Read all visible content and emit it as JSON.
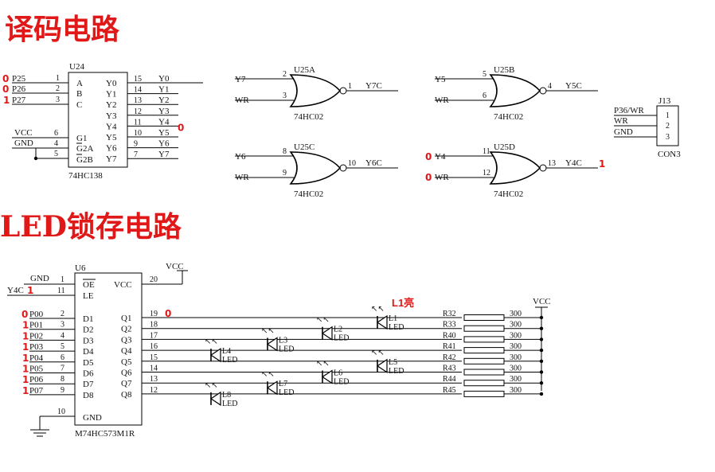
{
  "titles": {
    "decoder": "译码电路",
    "latch": "LED锁存电路"
  },
  "u24": {
    "ref": "U24",
    "part": "74HC138",
    "inputs": [
      {
        "net": "P25",
        "pin": "1",
        "name": "A",
        "val": "0"
      },
      {
        "net": "P26",
        "pin": "2",
        "name": "B",
        "val": "0"
      },
      {
        "net": "P27",
        "pin": "3",
        "name": "C",
        "val": "1"
      }
    ],
    "enables": [
      {
        "net": "VCC",
        "pin": "6",
        "name": "G1"
      },
      {
        "net": "GND",
        "pin": "4",
        "name": "G2A"
      },
      {
        "net": "",
        "pin": "5",
        "name": "G2B"
      }
    ],
    "outputs": [
      {
        "name": "Y0",
        "pin": "15",
        "net": "Y0",
        "val": ""
      },
      {
        "name": "Y1",
        "pin": "14",
        "net": "Y1",
        "val": ""
      },
      {
        "name": "Y2",
        "pin": "13",
        "net": "Y2",
        "val": ""
      },
      {
        "name": "Y3",
        "pin": "12",
        "net": "Y3",
        "val": ""
      },
      {
        "name": "Y4",
        "pin": "11",
        "net": "Y4",
        "val": "0"
      },
      {
        "name": "Y5",
        "pin": "10",
        "net": "Y5",
        "val": ""
      },
      {
        "name": "Y6",
        "pin": "9",
        "net": "Y6",
        "val": ""
      },
      {
        "name": "Y7",
        "pin": "7",
        "net": "Y7",
        "val": ""
      }
    ]
  },
  "gates": [
    {
      "ref": "U25A",
      "part": "74HC02",
      "in1": "Y7",
      "p1": "2",
      "in2": "WR",
      "p2": "3",
      "out": "Y7C",
      "po": "1",
      "v1": "",
      "v2": "",
      "vo": ""
    },
    {
      "ref": "U25B",
      "part": "74HC02",
      "in1": "Y5",
      "p1": "5",
      "in2": "WR",
      "p2": "6",
      "out": "Y5C",
      "po": "4",
      "v1": "",
      "v2": "",
      "vo": ""
    },
    {
      "ref": "U25C",
      "part": "74HC02",
      "in1": "Y6",
      "p1": "8",
      "in2": "WR",
      "p2": "9",
      "out": "Y6C",
      "po": "10",
      "v1": "",
      "v2": "",
      "vo": ""
    },
    {
      "ref": "U25D",
      "part": "74HC02",
      "in1": "Y4",
      "p1": "11",
      "in2": "WR",
      "p2": "12",
      "out": "Y4C",
      "po": "13",
      "v1": "0",
      "v2": "0",
      "vo": "1"
    }
  ],
  "j13": {
    "ref": "J13",
    "part": "CON3",
    "pins": [
      {
        "net": "P36/WR",
        "pin": "1"
      },
      {
        "net": "WR",
        "pin": "2"
      },
      {
        "net": "GND",
        "pin": "3"
      }
    ]
  },
  "u6": {
    "ref": "U6",
    "part": "M74HC573M1R",
    "oe": {
      "net": "GND",
      "pin": "1",
      "name": "OE"
    },
    "le": {
      "net": "Y4C",
      "pin": "11",
      "name": "LE",
      "val": "1"
    },
    "vcc": {
      "name": "VCC",
      "pin": "20",
      "net": "VCC"
    },
    "gnd": {
      "name": "GND",
      "pin": "10"
    },
    "inputs": [
      {
        "net": "P00",
        "pin": "2",
        "name": "D1",
        "val": "0"
      },
      {
        "net": "P01",
        "pin": "3",
        "name": "D2",
        "val": "1"
      },
      {
        "net": "P02",
        "pin": "4",
        "name": "D3",
        "val": "1"
      },
      {
        "net": "P03",
        "pin": "5",
        "name": "D4",
        "val": "1"
      },
      {
        "net": "P04",
        "pin": "6",
        "name": "D5",
        "val": "1"
      },
      {
        "net": "P05",
        "pin": "7",
        "name": "D6",
        "val": "1"
      },
      {
        "net": "P06",
        "pin": "8",
        "name": "D7",
        "val": "1"
      },
      {
        "net": "P07",
        "pin": "9",
        "name": "D8",
        "val": "1"
      }
    ],
    "outputs": [
      {
        "name": "Q1",
        "pin": "19",
        "val": "0"
      },
      {
        "name": "Q2",
        "pin": "18",
        "val": ""
      },
      {
        "name": "Q3",
        "pin": "17",
        "val": ""
      },
      {
        "name": "Q4",
        "pin": "16",
        "val": ""
      },
      {
        "name": "Q5",
        "pin": "15",
        "val": ""
      },
      {
        "name": "Q6",
        "pin": "14",
        "val": ""
      },
      {
        "name": "Q7",
        "pin": "13",
        "val": ""
      },
      {
        "name": "Q8",
        "pin": "12",
        "val": ""
      }
    ]
  },
  "leds": [
    {
      "ref": "L1",
      "part": "LED",
      "note": "L1亮"
    },
    {
      "ref": "L2",
      "part": "LED",
      "note": ""
    },
    {
      "ref": "L3",
      "part": "LED",
      "note": ""
    },
    {
      "ref": "L4",
      "part": "LED",
      "note": ""
    },
    {
      "ref": "L5",
      "part": "LED",
      "note": ""
    },
    {
      "ref": "L6",
      "part": "LED",
      "note": ""
    },
    {
      "ref": "L7",
      "part": "LED",
      "note": ""
    },
    {
      "ref": "L8",
      "part": "LED",
      "note": ""
    }
  ],
  "resistors": [
    {
      "ref": "R32",
      "value": "300"
    },
    {
      "ref": "R33",
      "value": "300"
    },
    {
      "ref": "R40",
      "value": "300"
    },
    {
      "ref": "R41",
      "value": "300"
    },
    {
      "ref": "R42",
      "value": "300"
    },
    {
      "ref": "R43",
      "value": "300"
    },
    {
      "ref": "R44",
      "value": "300"
    },
    {
      "ref": "R45",
      "value": "300"
    }
  ],
  "vcc_label": "VCC"
}
